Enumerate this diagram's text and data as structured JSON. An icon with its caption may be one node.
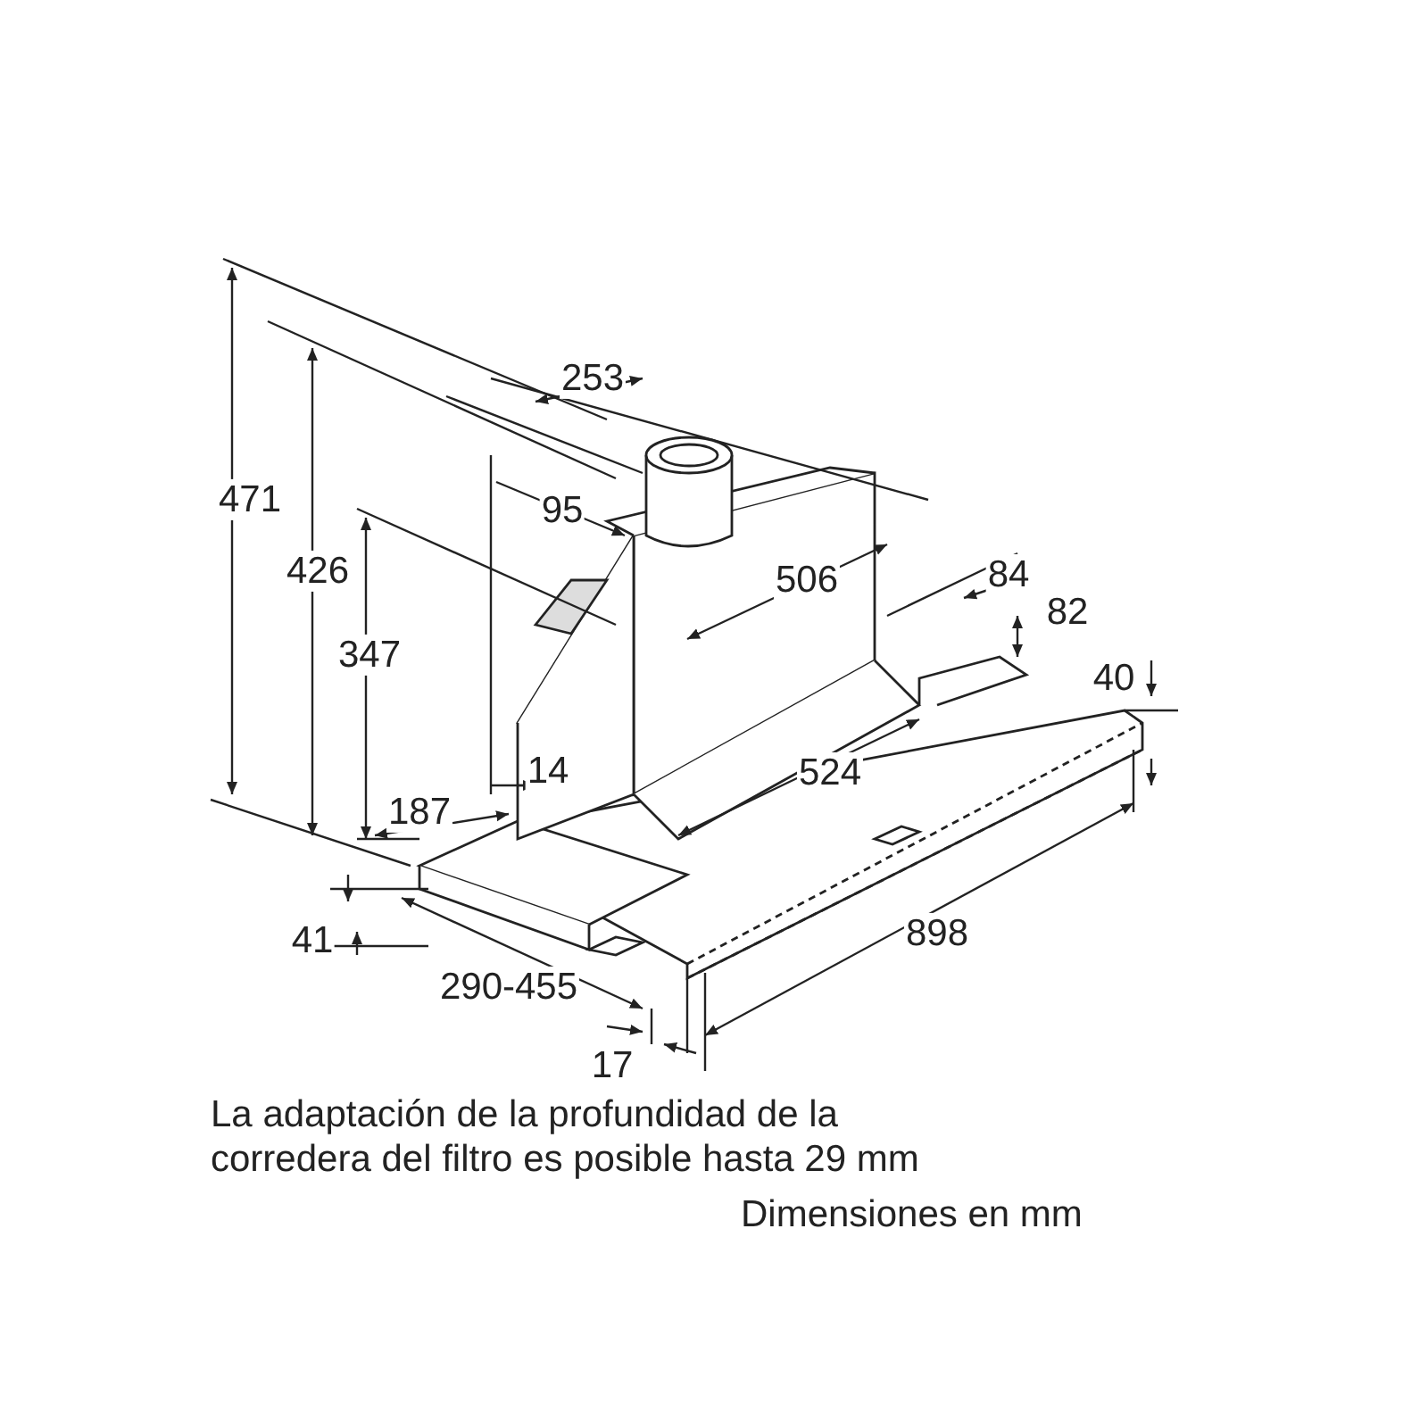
{
  "diagram": {
    "labels": [
      "471",
      "253",
      "426",
      "95",
      "347",
      "506",
      "84",
      "82",
      "40",
      "14",
      "524",
      "187",
      "898",
      "41",
      "290-455",
      "17",
      "La adaptación de la profundidad de la corredera del filtro es posible hasta 29 mm",
      "Dimensiones en mm"
    ]
  }
}
